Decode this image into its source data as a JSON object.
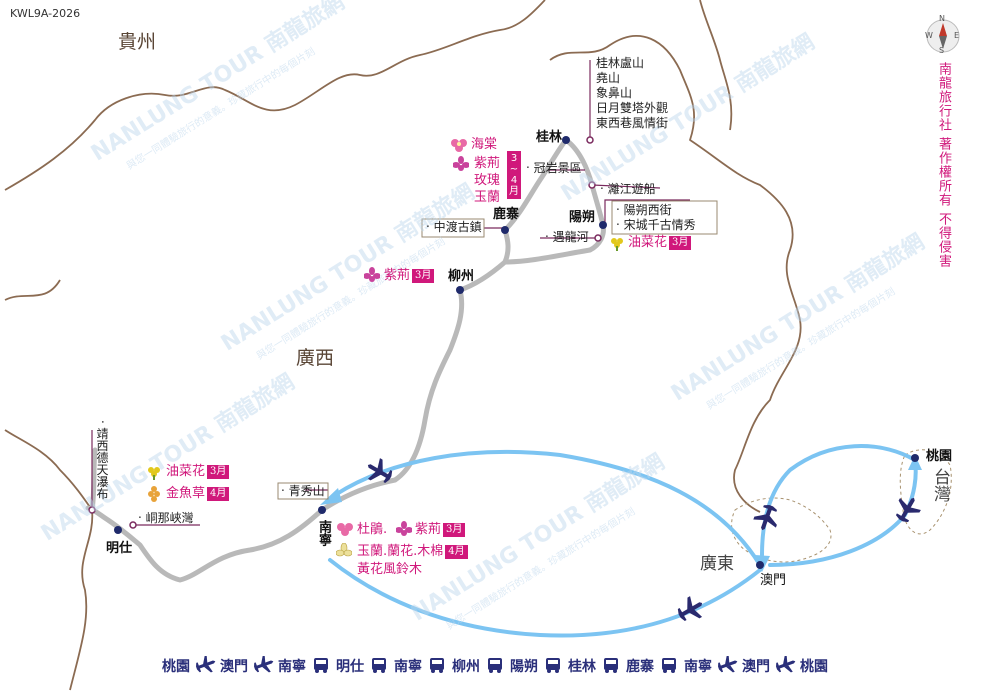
{
  "code": "KWL9A-2026",
  "copyright": "南龍旅行社 著作權所有 不得侵害",
  "watermark": {
    "brand": "NANLUNG TOUR 南龍旅網",
    "slogan": "與您一同體驗旅行的意義。珍藏旅行中的每個片刻"
  },
  "provinces": {
    "guizhou": "貴州",
    "guangxi": "廣西",
    "guangdong": "廣東",
    "taiwan": "台灣"
  },
  "cities": {
    "guilin": "桂林",
    "lu_zhai": "鹿寨",
    "yangshuo": "陽朔",
    "liuzhou": "柳州",
    "nanning": "南寧",
    "mingshi": "明仕",
    "macau": "澳門",
    "taoyuan": "桃園"
  },
  "guilin_spots": [
    "桂林盧山",
    "堯山",
    "象鼻山",
    "日月雙塔外觀",
    "東西巷風情街"
  ],
  "spots": {
    "guanyan": "‧ 冠岩景區",
    "lijiang": "‧ 灕江遊船",
    "zhongdu": "‧ 中渡古鎮",
    "yulong": "‧ 遇龍河",
    "yangshuo_1": "‧ 陽朔西街",
    "yangshuo_2": "‧ 宋城千古情秀",
    "qingxiu": "‧ 青秀山",
    "tongna": "‧ 峒那峽灣",
    "detian": "‧ 靖西德天瀑布"
  },
  "flowers": {
    "luzhai_1": "海棠",
    "luzhai_2": "紫荊",
    "luzhai_3": "玫瑰",
    "luzhai_4": "玉蘭",
    "luzhai_month": [
      "3",
      "~",
      "4",
      "月"
    ],
    "yangshuo_flower": "油菜花",
    "yangshuo_month": "3月",
    "liuzhou_flower": "紫荊",
    "liuzhou_month": "3月",
    "mingshi_flower_1": "油菜花",
    "mingshi_month_1": "3月",
    "mingshi_flower_2": "金魚草",
    "mingshi_month_2": "4月",
    "nanning_flower_1a": "杜鵑.",
    "nanning_flower_1b": "紫荊",
    "nanning_month_1": "3月",
    "nanning_flower_2": "玉蘭.蘭花.木棉",
    "nanning_month_2": "4月",
    "nanning_flower_3": "黃花風鈴木"
  },
  "compass": {
    "n": "N",
    "s": "S",
    "e": "E",
    "w": "W"
  },
  "colors": {
    "flight_path": "#7cc4f2",
    "road": "#b9b9b9",
    "border": "#8b6b52",
    "accent": "#d0187b",
    "route_text": "#2a2f7a",
    "city_dot": "#1f2a6b"
  },
  "route": [
    {
      "stop": "桃園",
      "mode": "plane-icon"
    },
    {
      "stop": "澳門",
      "mode": "plane-icon"
    },
    {
      "stop": "南寧",
      "mode": "bus-icon"
    },
    {
      "stop": "明仕",
      "mode": "bus-icon"
    },
    {
      "stop": "南寧",
      "mode": "bus-icon"
    },
    {
      "stop": "柳州",
      "mode": "bus-icon"
    },
    {
      "stop": "陽朔",
      "mode": "bus-icon"
    },
    {
      "stop": "桂林",
      "mode": "bus-icon"
    },
    {
      "stop": "鹿寨",
      "mode": "bus-icon"
    },
    {
      "stop": "南寧",
      "mode": "plane-icon"
    },
    {
      "stop": "澳門",
      "mode": "plane-icon"
    },
    {
      "stop": "桃園",
      "mode": ""
    }
  ]
}
